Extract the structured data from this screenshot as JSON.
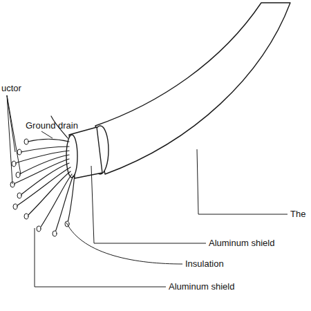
{
  "diagram": {
    "labels": [
      "uctor",
      "Ground drain",
      "The",
      "Aluminum shield",
      "Insulation",
      "Aluminum shield"
    ]
  }
}
